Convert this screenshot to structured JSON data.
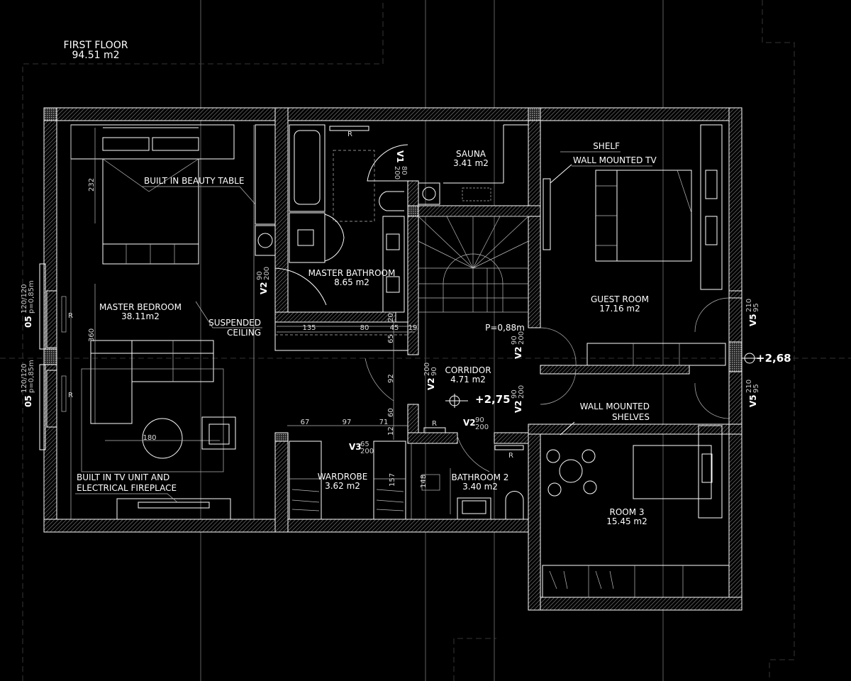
{
  "plan": {
    "title": "FIRST FLOOR",
    "total_area": "94.51 m2"
  },
  "rooms": [
    {
      "name": "MASTER BEDROOM",
      "area": "38.11m2"
    },
    {
      "name": "MASTER BATHROOM",
      "area": "8.65 m2"
    },
    {
      "name": "SAUNA",
      "area": "3.41 m2"
    },
    {
      "name": "GUEST ROOM",
      "area": "17.16 m2"
    },
    {
      "name": "CORRIDOR",
      "area": "4.71 m2"
    },
    {
      "name": "WARDROBE",
      "area": "3.62 m2"
    },
    {
      "name": "BATHROOM 2",
      "area": "3.40 m2"
    },
    {
      "name": "ROOM 3",
      "area": "15.45 m2"
    }
  ],
  "annotations": {
    "beauty_table": "BUILT IN BEAUTY TABLE",
    "suspended_1": "SUSPENDED",
    "suspended_2": "CEILING",
    "tv_unit_1": "BUILT IN TV UNIT AND",
    "tv_unit_2": "ELECTRICAL FIREPLACE",
    "shelf": "SHELF",
    "wall_tv": "WALL MOUNTED TV",
    "wall_shelves_1": "WALL MOUNTED",
    "wall_shelves_2": "SHELVES",
    "stair_height": "P=0,88m",
    "radiator": "R"
  },
  "levels": {
    "corridor": "+2,75",
    "exterior": "+2,68"
  },
  "dimensions": {
    "d232": "232",
    "d360": "360",
    "d180": "180",
    "d135": "135",
    "d80": "80",
    "d45": "45",
    "d19": "19",
    "d20": "20",
    "d65": "65",
    "d92": "92",
    "d60": "60",
    "d12": "12",
    "d67": "67",
    "d97": "97",
    "d71": "71",
    "d157": "157",
    "d148": "148"
  },
  "doors": {
    "v1": {
      "tag": "V1",
      "w": "80",
      "h": "200"
    },
    "v2": {
      "tag": "V2",
      "w": "90",
      "h": "200"
    },
    "v2b": {
      "tag": "V2",
      "w": "200",
      "h": "90"
    },
    "v3": {
      "tag": "V3",
      "w": "65",
      "h": "200"
    },
    "v5": {
      "tag": "V5",
      "w": "210",
      "h": "95"
    }
  },
  "windows": {
    "o5": {
      "tag": "05",
      "size": "120/120",
      "sill": "p=0,85m"
    }
  }
}
